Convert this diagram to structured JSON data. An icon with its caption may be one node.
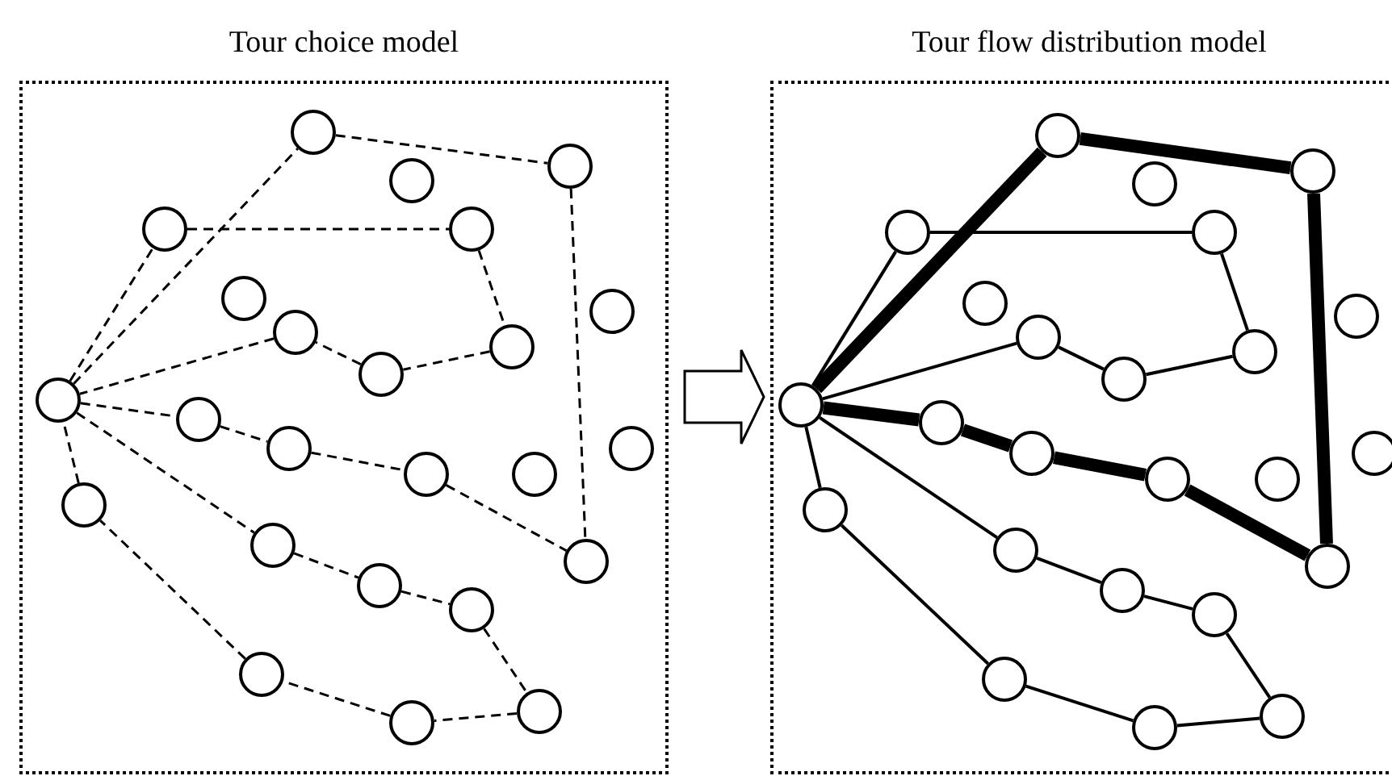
{
  "diagram": {
    "nodes": [
      {
        "text": [
          "Tour choice model"
        ]
      },
      {
        "text": [],
        "shape": "circle",
        "in": 0
      },
      {
        "text": [],
        "shape": "circle",
        "in": 0
      },
      {
        "text": [],
        "shape": "circle",
        "in": 0
      },
      {
        "text": [],
        "shape": "circle",
        "in": 0
      },
      {
        "text": [],
        "shape": "circle",
        "in": 0
      },
      {
        "text": [],
        "shape": "circle",
        "in": 0
      },
      {
        "text": [],
        "shape": "circle",
        "in": 0
      },
      {
        "text": [],
        "shape": "circle",
        "in": 0
      },
      {
        "text": [],
        "shape": "circle",
        "in": 0
      },
      {
        "text": [],
        "shape": "circle",
        "in": 0
      },
      {
        "text": [],
        "shape": "circle",
        "in": 0
      },
      {
        "text": [],
        "shape": "circle",
        "in": 0
      },
      {
        "text": [],
        "shape": "circle",
        "in": 0
      },
      {
        "text": [],
        "shape": "circle",
        "in": 0
      },
      {
        "text": [],
        "shape": "circle",
        "in": 0
      },
      {
        "text": [],
        "shape": "circle",
        "in": 0
      },
      {
        "text": [],
        "shape": "circle",
        "in": 0
      },
      {
        "text": [],
        "shape": "circle",
        "in": 0
      },
      {
        "text": [],
        "shape": "circle",
        "in": 0
      },
      {
        "text": [],
        "shape": "circle",
        "in": 0
      },
      {
        "text": [],
        "shape": "circle",
        "in": 0
      },
      {
        "text": [],
        "shape": "circle",
        "in": 0
      },
      {
        "text": [],
        "shape": "circle",
        "in": 0
      },
      {
        "text": [],
        "shape": "circle",
        "in": 0
      },
      {
        "text": [
          "Tour flow distribution model"
        ]
      },
      {
        "text": [],
        "shape": "circle",
        "in": 25
      },
      {
        "text": [],
        "shape": "circle",
        "in": 25
      },
      {
        "text": [],
        "shape": "circle",
        "in": 25
      },
      {
        "text": [],
        "shape": "circle",
        "in": 25
      },
      {
        "text": [],
        "shape": "circle",
        "in": 25
      },
      {
        "text": [],
        "shape": "circle",
        "in": 25
      },
      {
        "text": [],
        "shape": "circle",
        "in": 25
      },
      {
        "text": [],
        "shape": "circle",
        "in": 25
      },
      {
        "text": [],
        "shape": "circle",
        "in": 25
      },
      {
        "text": [],
        "shape": "circle",
        "in": 25
      },
      {
        "text": [],
        "shape": "circle",
        "in": 25
      },
      {
        "text": [],
        "shape": "circle",
        "in": 25
      },
      {
        "text": [],
        "shape": "circle",
        "in": 25
      },
      {
        "text": [],
        "shape": "circle",
        "in": 25
      },
      {
        "text": [],
        "shape": "circle",
        "in": 25
      },
      {
        "text": [],
        "shape": "circle",
        "in": 25
      },
      {
        "text": [],
        "shape": "circle",
        "in": 25
      },
      {
        "text": [],
        "shape": "circle",
        "in": 25
      },
      {
        "text": [],
        "shape": "circle",
        "in": 25
      },
      {
        "text": [],
        "shape": "circle",
        "in": 25
      },
      {
        "text": [],
        "shape": "circle",
        "in": 25
      },
      {
        "text": [],
        "shape": "circle",
        "in": 25
      },
      {
        "text": [],
        "shape": "circle",
        "in": 25
      },
      {
        "text": [],
        "shape": "circle",
        "in": 25
      }
    ],
    "edges": [
      {
        "from": 1,
        "to": 2,
        "arrow": "none",
        "style": "dashed"
      },
      {
        "from": 2,
        "to": 4,
        "arrow": "none",
        "style": "dashed"
      },
      {
        "from": 4,
        "to": 19,
        "arrow": "none",
        "style": "dashed"
      },
      {
        "from": 1,
        "to": 5,
        "arrow": "none",
        "style": "dashed"
      },
      {
        "from": 5,
        "to": 6,
        "arrow": "none",
        "style": "dashed"
      },
      {
        "from": 6,
        "to": 11,
        "arrow": "none",
        "style": "dashed"
      },
      {
        "from": 11,
        "to": 10,
        "arrow": "none",
        "style": "dashed"
      },
      {
        "from": 10,
        "to": 8,
        "arrow": "none",
        "style": "dashed"
      },
      {
        "from": 8,
        "to": 1,
        "arrow": "none",
        "style": "dashed"
      },
      {
        "from": 1,
        "to": 12,
        "arrow": "none",
        "style": "dashed"
      },
      {
        "from": 12,
        "to": 13,
        "arrow": "none",
        "style": "dashed"
      },
      {
        "from": 13,
        "to": 14,
        "arrow": "none",
        "style": "dashed"
      },
      {
        "from": 14,
        "to": 19,
        "arrow": "none",
        "style": "dashed"
      },
      {
        "from": 1,
        "to": 18,
        "arrow": "none",
        "style": "dashed"
      },
      {
        "from": 18,
        "to": 20,
        "arrow": "none",
        "style": "dashed"
      },
      {
        "from": 20,
        "to": 21,
        "arrow": "none",
        "style": "dashed"
      },
      {
        "from": 21,
        "to": 24,
        "arrow": "none",
        "style": "dashed"
      },
      {
        "from": 24,
        "to": 23,
        "arrow": "none",
        "style": "dashed"
      },
      {
        "from": 23,
        "to": 22,
        "arrow": "none",
        "style": "dashed"
      },
      {
        "from": 22,
        "to": 17,
        "arrow": "none",
        "style": "dashed"
      },
      {
        "from": 17,
        "to": 1,
        "arrow": "none",
        "style": "dashed"
      },
      {
        "from": 0,
        "to": 25,
        "arrow": "to"
      },
      {
        "from": 26,
        "to": 27,
        "arrow": "none",
        "style": "thick"
      },
      {
        "from": 27,
        "to": 29,
        "arrow": "none",
        "style": "thick"
      },
      {
        "from": 29,
        "to": 44,
        "arrow": "none",
        "style": "thick"
      },
      {
        "from": 26,
        "to": 30,
        "arrow": "none"
      },
      {
        "from": 30,
        "to": 31,
        "arrow": "none"
      },
      {
        "from": 31,
        "to": 36,
        "arrow": "none"
      },
      {
        "from": 36,
        "to": 35,
        "arrow": "none"
      },
      {
        "from": 35,
        "to": 33,
        "arrow": "none"
      },
      {
        "from": 33,
        "to": 26,
        "arrow": "none"
      },
      {
        "from": 26,
        "to": 37,
        "arrow": "none",
        "style": "thick"
      },
      {
        "from": 37,
        "to": 38,
        "arrow": "none",
        "style": "thick"
      },
      {
        "from": 38,
        "to": 39,
        "arrow": "none",
        "style": "thick"
      },
      {
        "from": 39,
        "to": 44,
        "arrow": "none",
        "style": "thick"
      },
      {
        "from": 26,
        "to": 43,
        "arrow": "none"
      },
      {
        "from": 43,
        "to": 45,
        "arrow": "none"
      },
      {
        "from": 45,
        "to": 46,
        "arrow": "none"
      },
      {
        "from": 46,
        "to": 49,
        "arrow": "none"
      },
      {
        "from": 49,
        "to": 48,
        "arrow": "none"
      },
      {
        "from": 48,
        "to": 47,
        "arrow": "none"
      },
      {
        "from": 47,
        "to": 42,
        "arrow": "none"
      },
      {
        "from": 42,
        "to": 26,
        "arrow": "none"
      }
    ]
  }
}
